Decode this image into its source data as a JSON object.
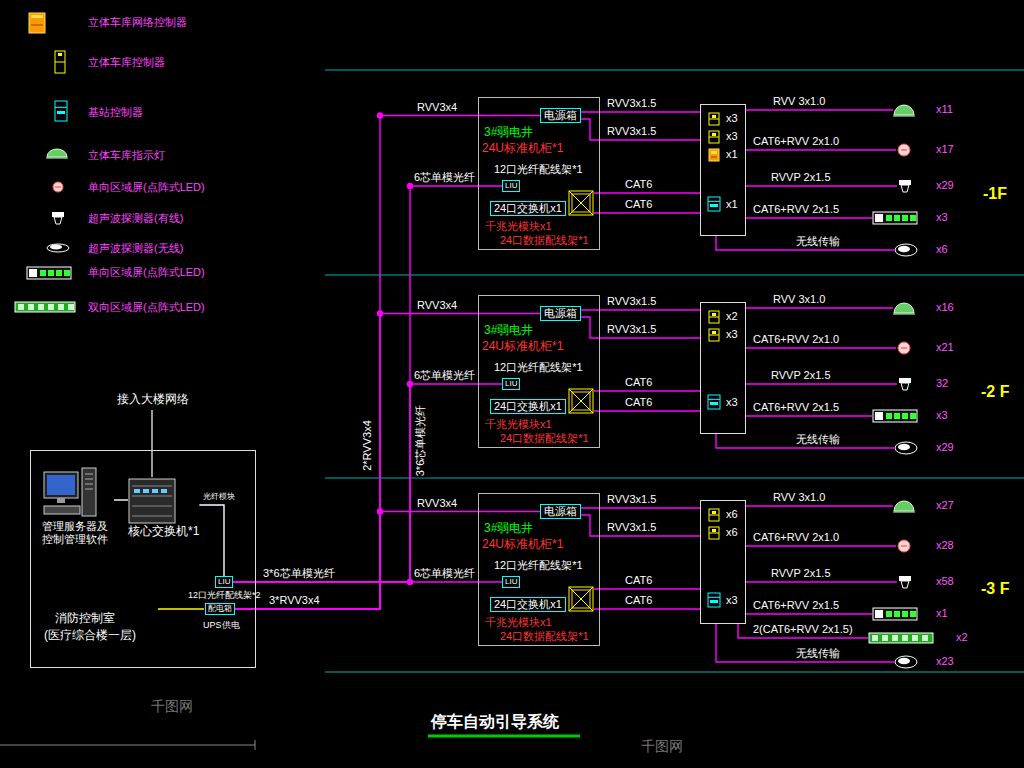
{
  "diagram": {
    "title": "停车自动引导系统",
    "nodes": [
      {
        "text": [
          "3#弱电井",
          "24U标准机柜*1"
        ]
      },
      {
        "text": [
          "电源箱"
        ],
        "in": 0
      },
      {
        "text": [
          "12口光纤配线架*1",
          "LIU"
        ],
        "in": 0
      },
      {
        "text": [
          "24口交换机x1"
        ],
        "in": 0
      },
      {
        "text": [
          "24口数据配线架*1"
        ],
        "in": 0
      },
      {
        "text": [
          "x3",
          "x3",
          "x1",
          "x1"
        ]
      },
      {
        "text": [
          "x11"
        ]
      },
      {
        "text": [
          "x17"
        ]
      },
      {
        "text": [
          "x29"
        ]
      },
      {
        "text": [
          "x3"
        ]
      },
      {
        "text": [
          "x6"
        ]
      },
      {
        "text": [
          "3#弱电井",
          "24U标准机柜*1"
        ]
      },
      {
        "text": [
          "电源箱"
        ],
        "in": 11
      },
      {
        "text": [
          "12口光纤配线架*1",
          "LIU"
        ],
        "in": 11
      },
      {
        "text": [
          "24口交换机x1"
        ],
        "in": 11
      },
      {
        "text": [
          "24口数据配线架*1"
        ],
        "in": 11
      },
      {
        "text": [
          "x2",
          "x3",
          "x3"
        ]
      },
      {
        "text": [
          "x16"
        ]
      },
      {
        "text": [
          "x21"
        ]
      },
      {
        "text": [
          "32"
        ]
      },
      {
        "text": [
          "x3"
        ]
      },
      {
        "text": [
          "x29"
        ]
      },
      {
        "text": [
          "3#弱电井",
          "24U标准机柜*1"
        ]
      },
      {
        "text": [
          "电源箱"
        ],
        "in": 22
      },
      {
        "text": [
          "12口光纤配线架*1",
          "LIU"
        ],
        "in": 22
      },
      {
        "text": [
          "24口交换机x1"
        ],
        "in": 22
      },
      {
        "text": [
          "24口数据配线架*1"
        ],
        "in": 22
      },
      {
        "text": [
          "x6",
          "x6",
          "x3"
        ]
      },
      {
        "text": [
          "x27"
        ]
      },
      {
        "text": [
          "x28"
        ]
      },
      {
        "text": [
          "x58"
        ]
      },
      {
        "text": [
          "x1"
        ]
      },
      {
        "text": [
          "x2"
        ]
      },
      {
        "text": [
          "x23"
        ]
      },
      {
        "text": [
          "消防控制室",
          "(医疗综合楼一层)"
        ]
      },
      {
        "text": [
          "管理服务器及控制管理软件"
        ],
        "in": 34
      },
      {
        "text": [
          "核心交换机*1"
        ],
        "in": 34
      },
      {
        "text": [
          "LIU",
          "12口光纤配线架*2"
        ],
        "in": 34
      },
      {
        "text": [
          "配电箱",
          "UPS供电"
        ],
        "in": 34
      }
    ],
    "edges": [
      {
        "from": 38,
        "to": 1,
        "label": "RVV3x4",
        "arrow": "none"
      },
      {
        "from": 37,
        "to": 2,
        "label": "6芯单模光纤",
        "arrow": "none"
      },
      {
        "from": 1,
        "to": 5,
        "label": "RVV3x1.5",
        "arrow": "none"
      },
      {
        "from": 1,
        "to": 5,
        "label": "RVV3x1.5",
        "arrow": "none"
      },
      {
        "from": 4,
        "to": 5,
        "label": "CAT6",
        "arrow": "none"
      },
      {
        "from": 4,
        "to": 5,
        "label": "CAT6",
        "arrow": "none"
      },
      {
        "from": 5,
        "to": 6,
        "label": "RVV 3x1.0",
        "arrow": "none"
      },
      {
        "from": 5,
        "to": 7,
        "label": "CAT6+RVV 2x1.0",
        "arrow": "none"
      },
      {
        "from": 5,
        "to": 8,
        "label": "RVVP 2x1.5",
        "arrow": "none"
      },
      {
        "from": 5,
        "to": 9,
        "label": "CAT6+RVV 2x1.5",
        "arrow": "none"
      },
      {
        "from": 5,
        "to": 10,
        "label": "无线传输",
        "arrow": "none"
      },
      {
        "from": 38,
        "to": 12,
        "label": "RVV3x4",
        "arrow": "none"
      },
      {
        "from": 37,
        "to": 13,
        "label": "6芯单模光纤",
        "arrow": "none"
      },
      {
        "from": 12,
        "to": 16,
        "label": "RVV3x1.5",
        "arrow": "none"
      },
      {
        "from": 12,
        "to": 16,
        "label": "RVV3x1.5",
        "arrow": "none"
      },
      {
        "from": 15,
        "to": 16,
        "label": "CAT6",
        "arrow": "none"
      },
      {
        "from": 15,
        "to": 16,
        "label": "CAT6",
        "arrow": "none"
      },
      {
        "from": 16,
        "to": 17,
        "label": "RVV 3x1.0",
        "arrow": "none"
      },
      {
        "from": 16,
        "to": 18,
        "label": "CAT6+RVV 2x1.0",
        "arrow": "none"
      },
      {
        "from": 16,
        "to": 19,
        "label": "RVVP 2x1.5",
        "arrow": "none"
      },
      {
        "from": 16,
        "to": 20,
        "label": "CAT6+RVV 2x1.5",
        "arrow": "none"
      },
      {
        "from": 16,
        "to": 21,
        "label": "无线传输",
        "arrow": "none"
      },
      {
        "from": 38,
        "to": 23,
        "label": "RVV3x4",
        "arrow": "none"
      },
      {
        "from": 37,
        "to": 24,
        "label": "6芯单模光纤",
        "arrow": "none"
      },
      {
        "from": 23,
        "to": 27,
        "label": "RVV3x1.5",
        "arrow": "none"
      },
      {
        "from": 23,
        "to": 27,
        "label": "RVV3x1.5",
        "arrow": "none"
      },
      {
        "from": 26,
        "to": 27,
        "label": "CAT6",
        "arrow": "none"
      },
      {
        "from": 26,
        "to": 27,
        "label": "CAT6",
        "arrow": "none"
      },
      {
        "from": 27,
        "to": 28,
        "label": "RVV 3x1.0",
        "arrow": "none"
      },
      {
        "from": 27,
        "to": 29,
        "label": "CAT6+RVV 2x1.0",
        "arrow": "none"
      },
      {
        "from": 27,
        "to": 30,
        "label": "RVVP 2x1.5",
        "arrow": "none"
      },
      {
        "from": 27,
        "to": 31,
        "label": "CAT6+RVV 2x1.5",
        "arrow": "none"
      },
      {
        "from": 27,
        "to": 32,
        "label": "2(CAT6+RVV 2x1.5)",
        "arrow": "none"
      },
      {
        "from": 27,
        "to": 33,
        "label": "无线传输",
        "arrow": "none"
      },
      {
        "from": 35,
        "to": 36,
        "arrow": "none"
      },
      {
        "from": 36,
        "to": 37,
        "arrow": "none"
      }
    ],
    "labels": [
      "接入大楼网络",
      "光纤模块",
      "3*6芯单模光纤",
      "3*RVV3x4",
      "2*RVV3x4",
      "3*6芯单模光纤",
      "千兆光模块x1",
      "千兆光模块x1",
      "千兆光模块x1",
      "-1F",
      "-2 F",
      "-3 F",
      "千图网",
      "千图网"
    ],
    "legend": [
      {
        "text": "立体车库网络控制器"
      },
      {
        "text": "立体车库控制器"
      },
      {
        "text": "基站控制器"
      },
      {
        "text": "立体车库指示灯"
      },
      {
        "text": "单向区域屏(点阵式LED)"
      },
      {
        "text": "超声波探测器(有线)"
      },
      {
        "text": "超声波探测器(无线)"
      },
      {
        "text": "单向区域屏(点阵式LED)"
      },
      {
        "text": "双向区域屏(点阵式LED)"
      }
    ]
  }
}
